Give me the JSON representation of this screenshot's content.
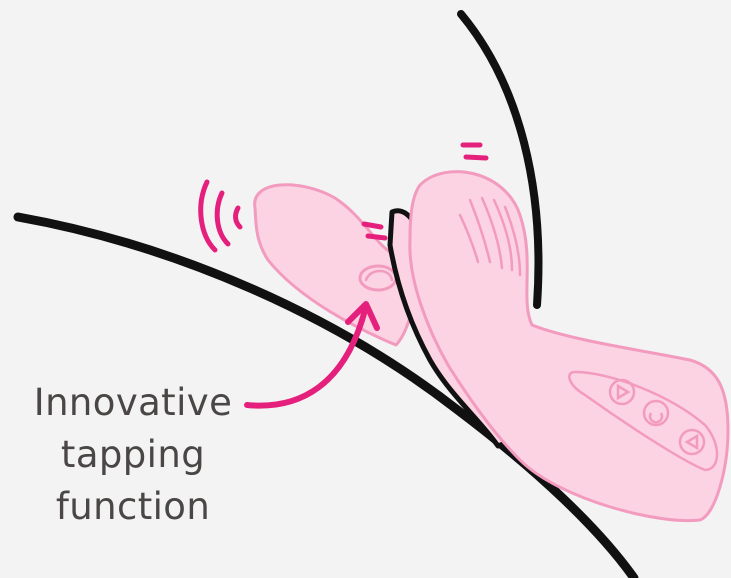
{
  "caption": {
    "lines": [
      "Innovative",
      "tapping",
      "function"
    ]
  },
  "illustration": {
    "subject": "pink-toy-outline-icon",
    "accent_color": "#e5207c",
    "fill_color": "#fbd3e2",
    "outline_color": "#f29bbf",
    "line_color": "#111111",
    "background": "#f3f3f3"
  }
}
